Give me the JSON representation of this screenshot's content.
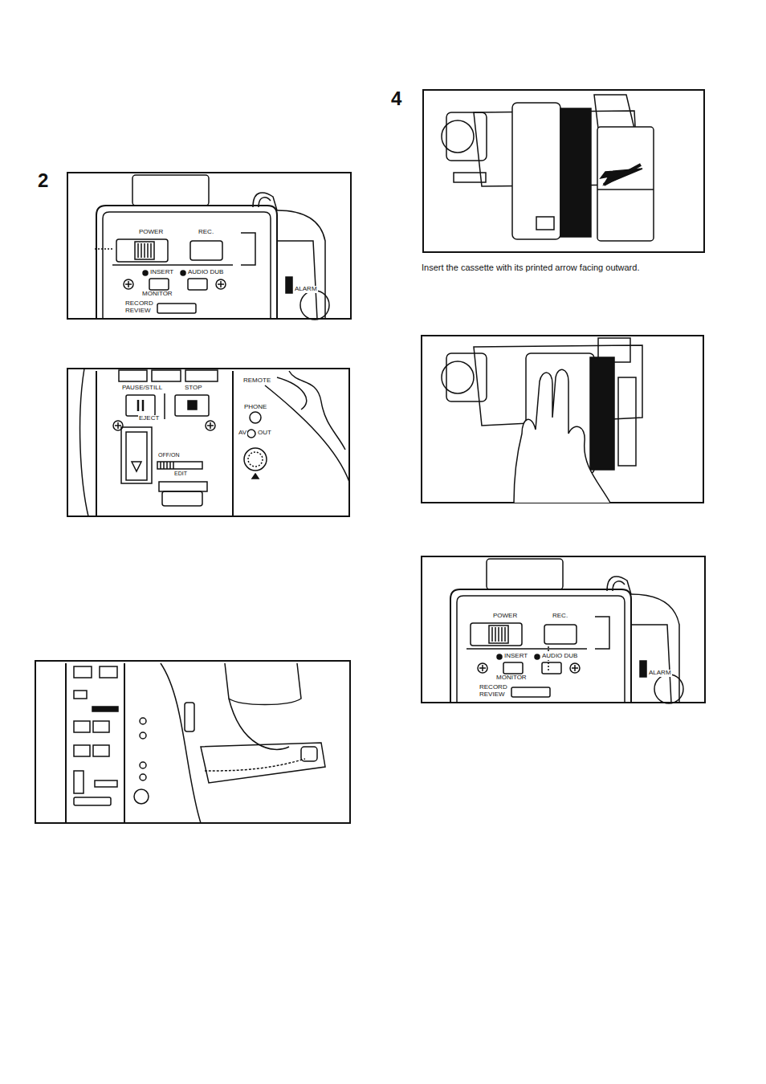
{
  "diagram": {
    "labels": [
      "2",
      "POWER",
      "REC.",
      "INSERT",
      "AUDIO DUB",
      "MONITOR",
      "RECORD REVIEW",
      "ALARM",
      "PAUSE/STILL",
      "STOP",
      "REMOTE",
      "PHONE",
      "AV",
      "OUT",
      "EJECT",
      "OFF/ON",
      "EDIT",
      "4",
      "Insert the cassette with its printed arrow facing outward.",
      "POWER",
      "REC.",
      "INSERT",
      "AUDIO DUB",
      "MONITOR",
      "RECORD REVIEW",
      "ALARM"
    ]
  }
}
